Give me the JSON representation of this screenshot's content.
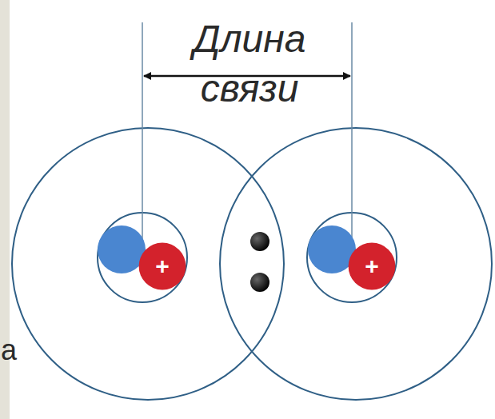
{
  "diagram": {
    "nodes": [
      {
        "text": [
          "+"
        ]
      },
      {
        "text": [
          "+"
        ]
      }
    ],
    "labels": [
      "Длина связи",
      "а"
    ]
  }
}
